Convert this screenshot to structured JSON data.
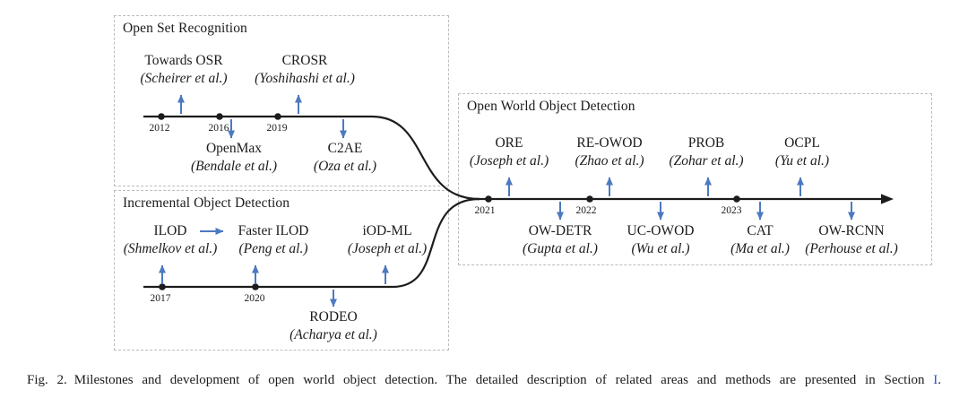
{
  "colors": {
    "arrow-blue": "#4d79c0",
    "timeline-black": "#1c1c1c",
    "box-border": "#bcbcbc",
    "link-blue": "#2b54c9",
    "text-black": "#1c1c1c"
  },
  "panels": {
    "osr": {
      "title": "Open Set Recognition",
      "years": [
        "2012",
        "2016",
        "2019"
      ],
      "milestones": [
        {
          "name": "Towards OSR",
          "citation": "(Scheirer et al.)"
        },
        {
          "name": "CROSR",
          "citation": "(Yoshihashi et al.)"
        },
        {
          "name": "OpenMax",
          "citation": "(Bendale et al.)"
        },
        {
          "name": "C2AE",
          "citation": "(Oza et al.)"
        }
      ]
    },
    "iod": {
      "title": "Incremental Object Detection",
      "years": [
        "2017",
        "2020"
      ],
      "milestones": [
        {
          "name": "ILOD",
          "citation": "(Shmelkov et al.)"
        },
        {
          "name": "Faster ILOD",
          "citation": "(Peng et al.)"
        },
        {
          "name": "iOD-ML",
          "citation": "(Joseph et al.)"
        },
        {
          "name": "RODEO",
          "citation": "(Acharya et al.)"
        }
      ]
    },
    "owod": {
      "title": "Open World Object Detection",
      "years": [
        "2021",
        "2022",
        "2023"
      ],
      "milestones": [
        {
          "name": "ORE",
          "citation": "(Joseph et al.)"
        },
        {
          "name": "RE-OWOD",
          "citation": "(Zhao et al.)"
        },
        {
          "name": "PROB",
          "citation": "(Zohar et al.)"
        },
        {
          "name": "OCPL",
          "citation": "(Yu et al.)"
        },
        {
          "name": "OW-DETR",
          "citation": "(Gupta et al.)"
        },
        {
          "name": "UC-OWOD",
          "citation": "(Wu et al.)"
        },
        {
          "name": "CAT",
          "citation": "(Ma et al.)"
        },
        {
          "name": "OW-RCNN",
          "citation": "(Perhouse et al.)"
        }
      ]
    }
  },
  "caption": {
    "label": "Fig. 2.",
    "body": "Milestones and development of open world object detection. The detailed description of related areas and methods are presented in Section",
    "link": "I",
    "period": "."
  }
}
